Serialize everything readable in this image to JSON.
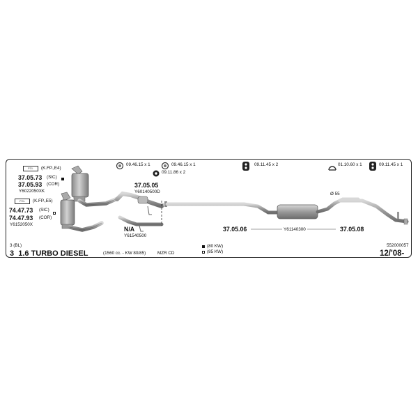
{
  "doc_number": "552000057",
  "hardware": [
    {
      "code": "09.46.15",
      "qty": "x 1",
      "icon": "gasket-ring-icon"
    },
    {
      "code": "09.46.15",
      "qty": "x 1",
      "icon": "gasket-ring-icon"
    },
    {
      "code": "09.11.86",
      "qty": "x 2",
      "icon": "rubber-hanger-icon"
    },
    {
      "code": "09.11.45",
      "qty": "x 2",
      "icon": "rubber-hanger-icon"
    },
    {
      "code": "01.10.60",
      "qty": "x 1",
      "icon": "clamp-icon"
    },
    {
      "code": "09.11.45",
      "qty": "x 1",
      "icon": "rubber-hanger-icon"
    }
  ],
  "filters": [
    {
      "box": "FCL",
      "spec": "(K.FP.,E4)",
      "codes": [
        {
          "code": "37.05.73",
          "label": "(SIC)"
        },
        {
          "code": "37.05.93",
          "label": "(COR)"
        }
      ],
      "oem": "Y6022050XK"
    },
    {
      "box": "FCL",
      "spec": "(K.FP.,E5)",
      "codes": [
        {
          "code": "74.47.73",
          "label": "(SIC)"
        },
        {
          "code": "74.47.93",
          "label": "(COR)"
        }
      ],
      "oem": "Y6152050X"
    }
  ],
  "parts": {
    "front_pipe": {
      "code": "37.05.05",
      "oem": "Y60140500D"
    },
    "na_pipe": {
      "code": "N/A",
      "oem": "Y61540500"
    },
    "rear": {
      "left_code": "37.05.06",
      "oem": "Y61140300",
      "right_code": "37.05.08"
    },
    "diameter": "Ø 55"
  },
  "vehicle": {
    "body": "3 (BL)",
    "prefix": "3",
    "engine": "1.6 TURBO DIESEL",
    "spec": "(1560 cc. - KW 80/85)",
    "variant": "MZR CD",
    "power_options": [
      "(80 KW)",
      "(85 KW)"
    ],
    "date": "12/'08-"
  }
}
